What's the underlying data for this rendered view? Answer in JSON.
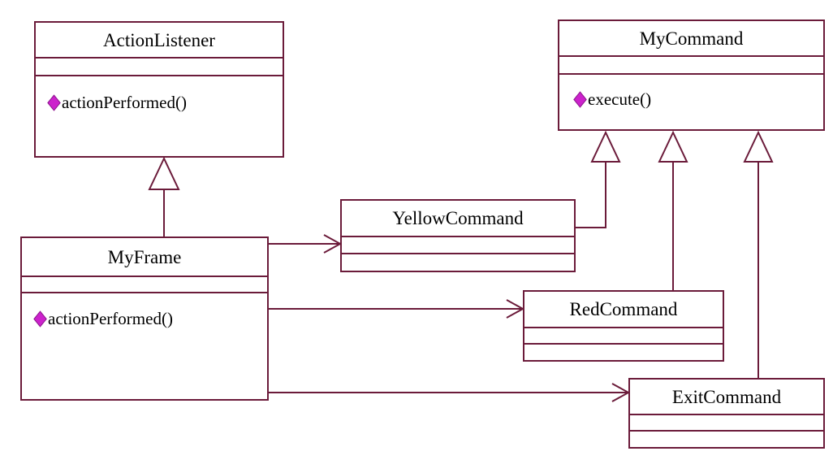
{
  "diagram": {
    "kind": "uml-class-diagram",
    "title": "",
    "colors": {
      "border": "#6B1B3A",
      "line": "#6B1B3A",
      "fill": "#FFFFFF",
      "text": "#000000",
      "visibility_marker": "#CC22CC"
    },
    "classes": [
      {
        "id": "actionlistener",
        "name": "ActionListener",
        "attributes": [],
        "operations": [
          {
            "marker": "public-diamond-icon",
            "label": "actionPerformed()"
          }
        ]
      },
      {
        "id": "mycommand",
        "name": "MyCommand",
        "attributes": [],
        "operations": [
          {
            "marker": "public-diamond-icon",
            "label": "execute()"
          }
        ]
      },
      {
        "id": "myframe",
        "name": "MyFrame",
        "attributes": [],
        "operations": [
          {
            "marker": "public-diamond-icon",
            "label": "actionPerformed()"
          }
        ]
      },
      {
        "id": "yellowcommand",
        "name": "YellowCommand",
        "attributes": [],
        "operations": []
      },
      {
        "id": "redcommand",
        "name": "RedCommand",
        "attributes": [],
        "operations": []
      },
      {
        "id": "exitcommand",
        "name": "ExitCommand",
        "attributes": [],
        "operations": []
      }
    ],
    "relationships": [
      {
        "type": "generalization",
        "from": "MyFrame",
        "to": "ActionListener"
      },
      {
        "type": "generalization",
        "from": "YellowCommand",
        "to": "MyCommand"
      },
      {
        "type": "generalization",
        "from": "RedCommand",
        "to": "MyCommand"
      },
      {
        "type": "generalization",
        "from": "ExitCommand",
        "to": "MyCommand"
      },
      {
        "type": "association",
        "from": "MyFrame",
        "to": "YellowCommand"
      },
      {
        "type": "association",
        "from": "MyFrame",
        "to": "RedCommand"
      },
      {
        "type": "association",
        "from": "MyFrame",
        "to": "ExitCommand"
      }
    ]
  }
}
